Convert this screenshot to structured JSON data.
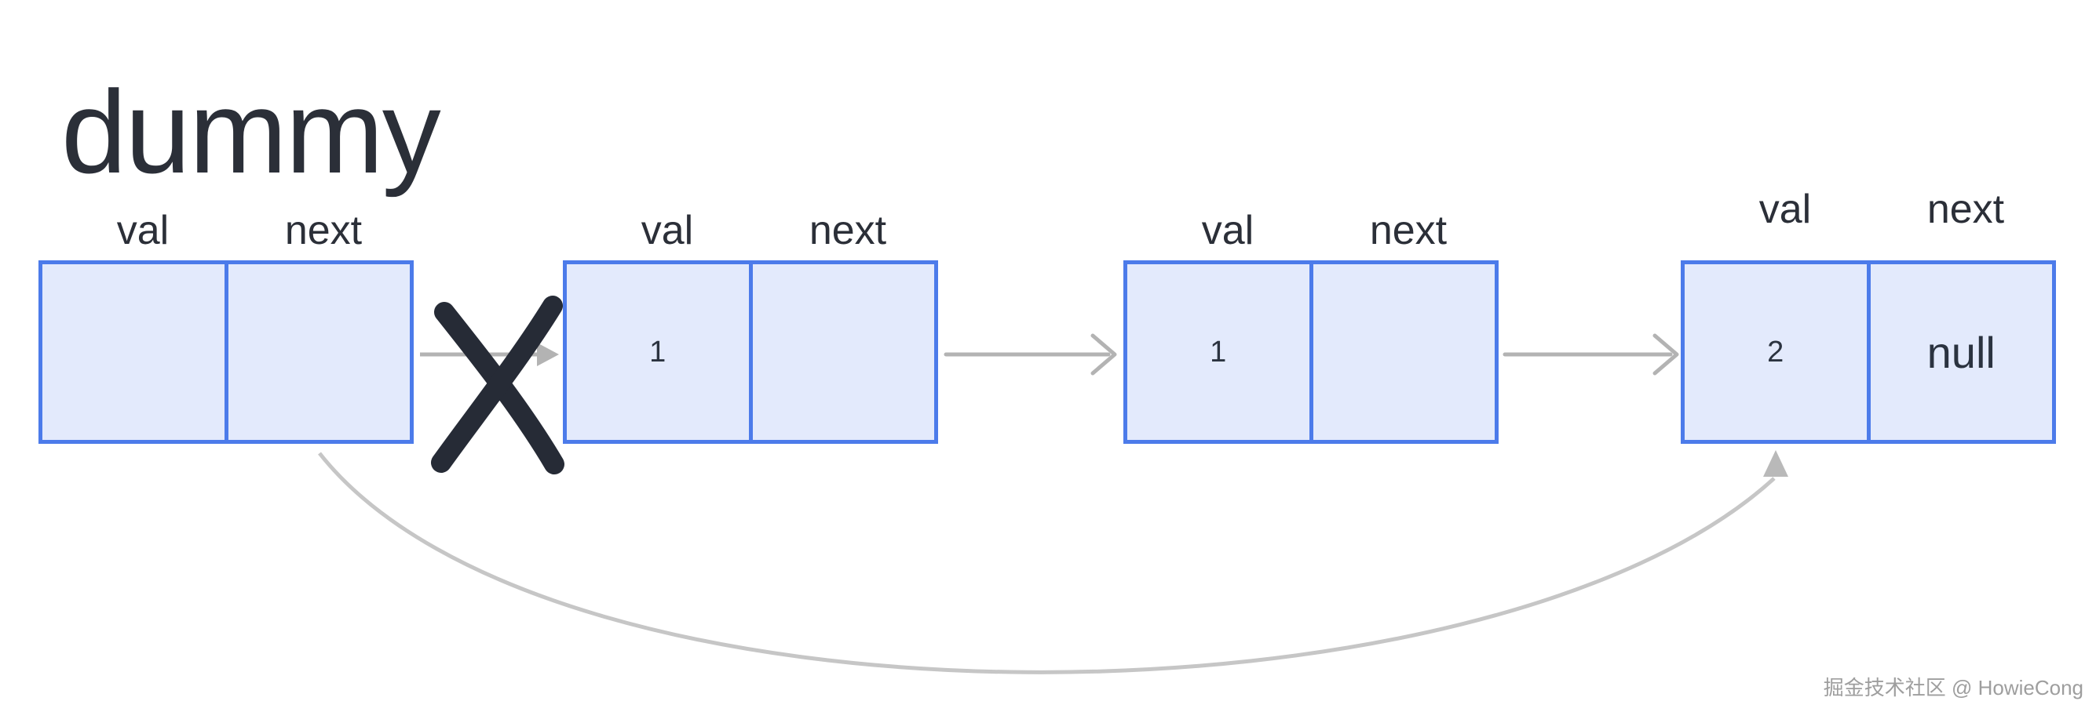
{
  "title": "dummy",
  "watermark": "掘金技术社区 @ HowieCong",
  "diagram": {
    "type": "singly-linked-list",
    "field_labels": [
      "val",
      "next"
    ],
    "nodes": [
      {
        "id": "dummy",
        "val": "",
        "next": ""
      },
      {
        "id": "node1",
        "val": "1",
        "next": ""
      },
      {
        "id": "node2",
        "val": "1",
        "next": ""
      },
      {
        "id": "node3",
        "val": "2",
        "next": "null"
      }
    ],
    "edges": [
      {
        "from": "dummy.next",
        "to": "node1",
        "status": "crossed-out",
        "shape": "straight",
        "marker": "x-cross"
      },
      {
        "from": "node1.next",
        "to": "node2",
        "status": "active",
        "shape": "straight"
      },
      {
        "from": "node2.next",
        "to": "node3",
        "status": "active",
        "shape": "straight"
      },
      {
        "from": "dummy.next",
        "to": "node3.val",
        "status": "active",
        "shape": "curved-bypass"
      }
    ],
    "colors": {
      "node_fill": "#e3eafc",
      "node_border": "#4c7bea",
      "arrow_gray": "#b3b3b3",
      "curved_arrow_gray": "#c6c6c6",
      "cross_mark": "#262b36",
      "text": "#2b2f38",
      "background": "#ffffff"
    }
  }
}
